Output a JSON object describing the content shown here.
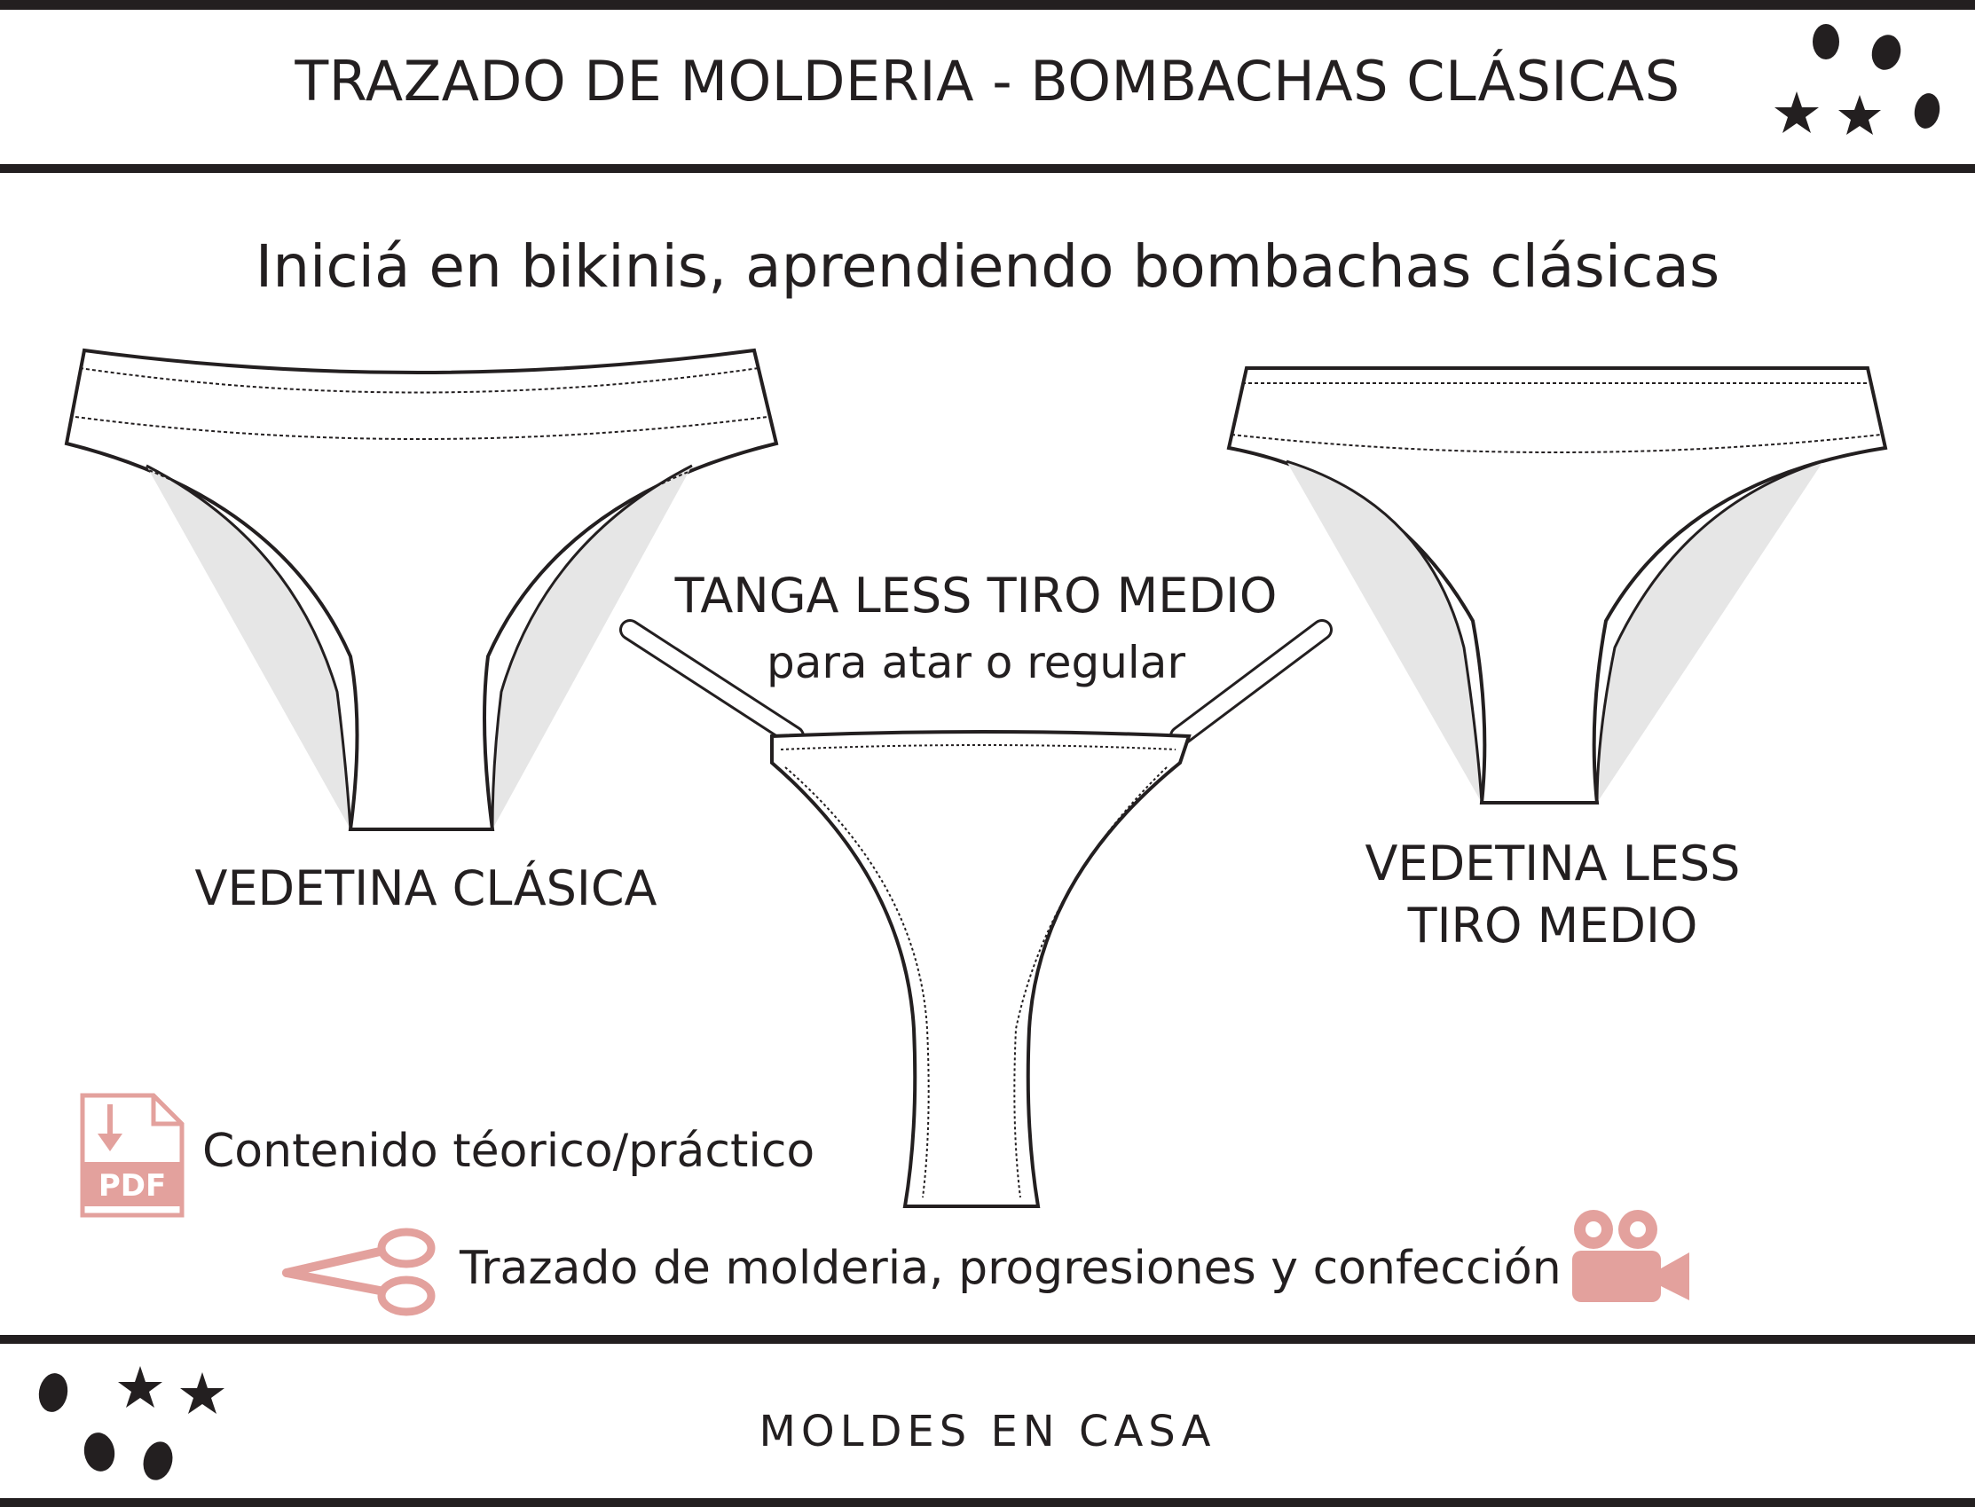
{
  "header": {
    "title": "TRAZADO DE MOLDERIA - BOMBACHAS CLÁSICAS"
  },
  "main": {
    "headline": "Iniciá en bikinis, aprendiendo bombachas clásicas",
    "garments": [
      {
        "name": "VEDETINA CLÁSICA"
      },
      {
        "name": "TANGA LESS TIRO MEDIO",
        "note": "para atar o regular"
      },
      {
        "name_line1": "VEDETINA LESS",
        "name_line2": "TIRO MEDIO"
      }
    ],
    "features": [
      {
        "icon": "pdf-document-icon",
        "icon_label": "PDF",
        "text": "Contenido téorico/práctico"
      },
      {
        "icon": "scissors-icon",
        "text": "Trazado de molderia, progresiones y confección",
        "icon_after": "video-camera-icon"
      }
    ]
  },
  "footer": {
    "brand": "MOLDES EN CASA"
  },
  "colors": {
    "ink": "#231f20",
    "accent_pink": "#e3a19d",
    "lining_gray": "#e6e6e6"
  }
}
